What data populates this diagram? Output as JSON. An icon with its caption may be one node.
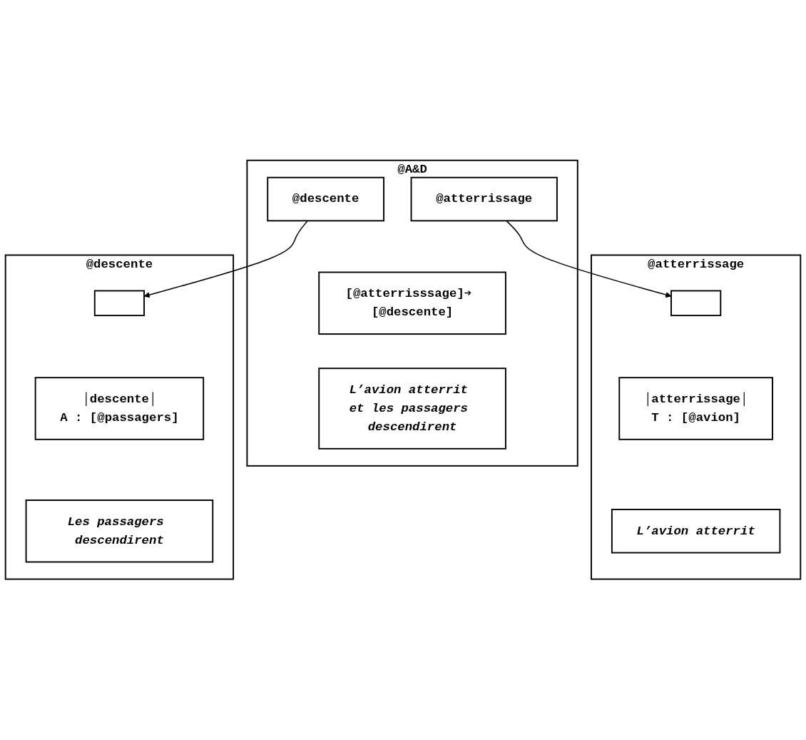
{
  "diagram": {
    "nodes": [
      {
        "text": [
          "@A&D"
        ]
      },
      {
        "text": [
          "@atterrissage"
        ],
        "in": 0
      },
      {
        "text": [
          "@descente"
        ],
        "in": 0
      },
      {
        "text": [
          "[@atterrisssage]➔ [@descente]"
        ],
        "in": 0
      },
      {
        "text": [
          "L’avion atterrit et les passagers descendirent"
        ],
        "in": 0
      },
      {
        "text": [
          "@atterrissage"
        ]
      },
      {
        "text": [],
        "shape": "box",
        "in": 5
      },
      {
        "text": [
          "│atterrissage│",
          "T : [@avion]"
        ],
        "in": 5
      },
      {
        "text": [
          "L’avion atterrit"
        ],
        "in": 5
      },
      {
        "text": [
          "@descente"
        ]
      },
      {
        "text": [],
        "shape": "box",
        "in": 9
      },
      {
        "text": [
          "│descente│",
          "A : [@passagers]"
        ],
        "in": 9
      },
      {
        "text": [
          "Les passagers descendirent"
        ],
        "in": 9
      }
    ],
    "edges": [
      {
        "from": 1,
        "to": 6,
        "arrow": "to"
      },
      {
        "from": 2,
        "to": 10,
        "arrow": "to"
      }
    ]
  }
}
